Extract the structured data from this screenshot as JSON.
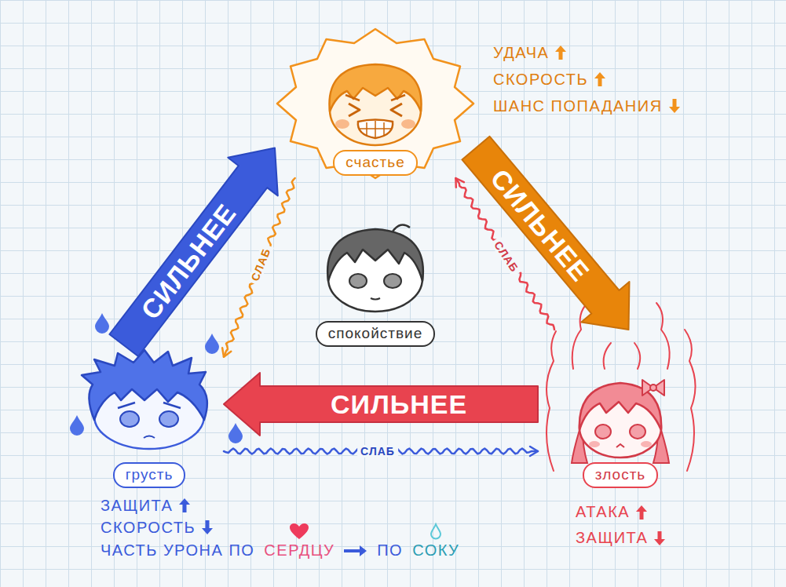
{
  "diagram": {
    "nodes": [
      {
        "text": [
          "счастье"
        ]
      },
      {
        "text": [
          "спокойствие"
        ]
      },
      {
        "text": [
          "грусть"
        ]
      },
      {
        "text": [
          "злость"
        ]
      }
    ],
    "edges": [
      {
        "from": 2,
        "to": 0,
        "label": "СИЛЬНЕЕ",
        "arrow": "to"
      },
      {
        "from": 0,
        "to": 2,
        "label": "СЛАБ",
        "arrow": "to"
      },
      {
        "from": 0,
        "to": 3,
        "label": "СИЛЬНЕЕ",
        "arrow": "to"
      },
      {
        "from": 3,
        "to": 0,
        "label": "СЛАБ",
        "arrow": "to"
      },
      {
        "from": 3,
        "to": 2,
        "label": "СИЛЬНЕЕ",
        "arrow": "to"
      },
      {
        "from": 2,
        "to": 3,
        "label": "СЛАБ",
        "arrow": "to"
      }
    ],
    "labels": [
      "УДАЧА",
      "СКОРОСТЬ",
      "ШАНС ПОПАДАНИЯ",
      "ЗАЩИТА",
      "СКОРОСТЬ",
      "ЧАСТЬ УРОНА ПО",
      "СЕРДЦУ",
      "ПО",
      "СОКУ",
      "АТАКА",
      "ЗАЩИТА"
    ]
  }
}
